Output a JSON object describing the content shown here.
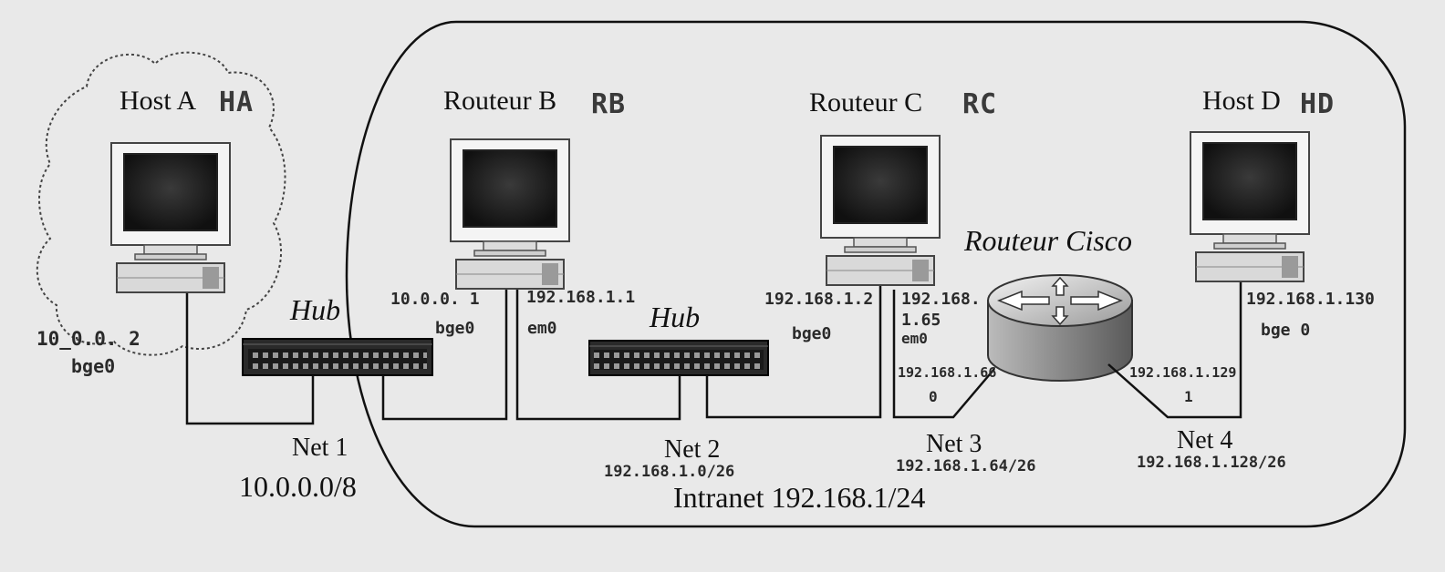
{
  "nodes": {
    "host_a": {
      "name": "Host A",
      "tag": "HA",
      "ip": "10_0.0. 2",
      "iface": "bge0"
    },
    "router_b": {
      "name": "Routeur B",
      "tag": "RB",
      "ip_left": "10.0.0. 1",
      "iface_left": "bge0",
      "ip_right": "192.168.1.1",
      "iface_right": "em0"
    },
    "router_c": {
      "name": "Routeur C",
      "tag": "RC",
      "ip": "192.168.1.2",
      "iface": "bge0"
    },
    "host_d": {
      "name": "Host D",
      "tag": "HD",
      "ip": "192.168.1.130",
      "iface": "bge 0"
    },
    "cisco": {
      "name": "Routeur Cisco",
      "ip_top_line1": "192.168.",
      "ip_top_line2": "1.65",
      "iface_top": "em0",
      "ip_left": "192.168.1.66",
      "iface_left": "0",
      "ip_right": "192.168.1.129",
      "iface_right": "1"
    }
  },
  "hubs": {
    "hub1_label": "Hub",
    "hub2_label": "Hub"
  },
  "networks": {
    "net1": {
      "name": "Net 1",
      "cidr": "10.0.0.0/8"
    },
    "net2": {
      "name": "Net 2",
      "cidr": "192.168.1.0/26"
    },
    "net3": {
      "name": "Net 3",
      "cidr": "192.168.1.64/26"
    },
    "net4": {
      "name": "Net 4",
      "cidr": "192.168.1.128/26"
    }
  },
  "intranet": {
    "label": "Intranet 192.168.1/24"
  }
}
